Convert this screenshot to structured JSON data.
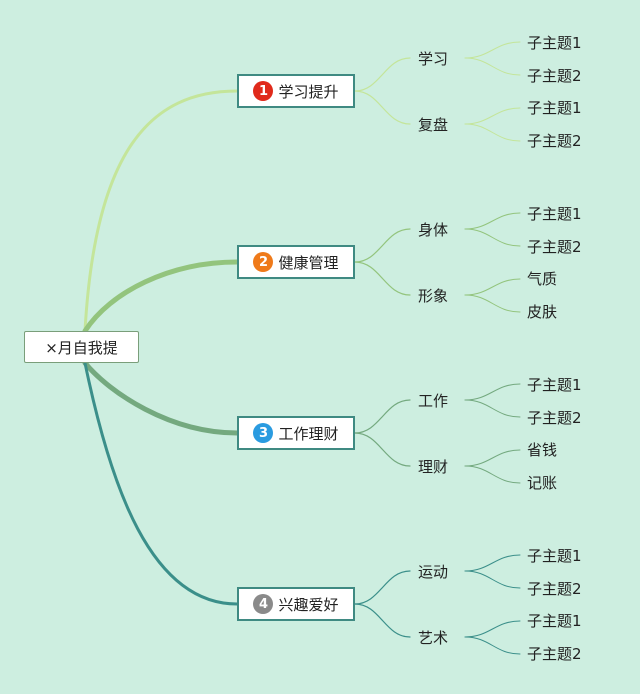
{
  "root": {
    "label": "×月自我提"
  },
  "branches": [
    {
      "number": "1",
      "label": "学习提升",
      "badge_color": "#e02a1b",
      "line_color": "#c4e59a",
      "subs": [
        {
          "label": "学习",
          "leaves": [
            "子主题1",
            "子主题2"
          ]
        },
        {
          "label": "复盘",
          "leaves": [
            "子主题1",
            "子主题2"
          ]
        }
      ]
    },
    {
      "number": "2",
      "label": "健康管理",
      "badge_color": "#ef7a1a",
      "line_color": "#93c47d",
      "subs": [
        {
          "label": "身体",
          "leaves": [
            "子主题1",
            "子主题2"
          ]
        },
        {
          "label": "形象",
          "leaves": [
            "气质",
            "皮肤"
          ]
        }
      ]
    },
    {
      "number": "3",
      "label": "工作理财",
      "badge_color": "#2a9be0",
      "line_color": "#74a97f",
      "subs": [
        {
          "label": "工作",
          "leaves": [
            "子主题1",
            "子主题2"
          ]
        },
        {
          "label": "理财",
          "leaves": [
            "省钱",
            "记账"
          ]
        }
      ]
    },
    {
      "number": "4",
      "label": "兴趣爱好",
      "badge_color": "#8a8a8a",
      "line_color": "#3b8f8a",
      "subs": [
        {
          "label": "运动",
          "leaves": [
            "子主题1",
            "子主题2"
          ]
        },
        {
          "label": "艺术",
          "leaves": [
            "子主题1",
            "子主题2"
          ]
        }
      ]
    }
  ]
}
